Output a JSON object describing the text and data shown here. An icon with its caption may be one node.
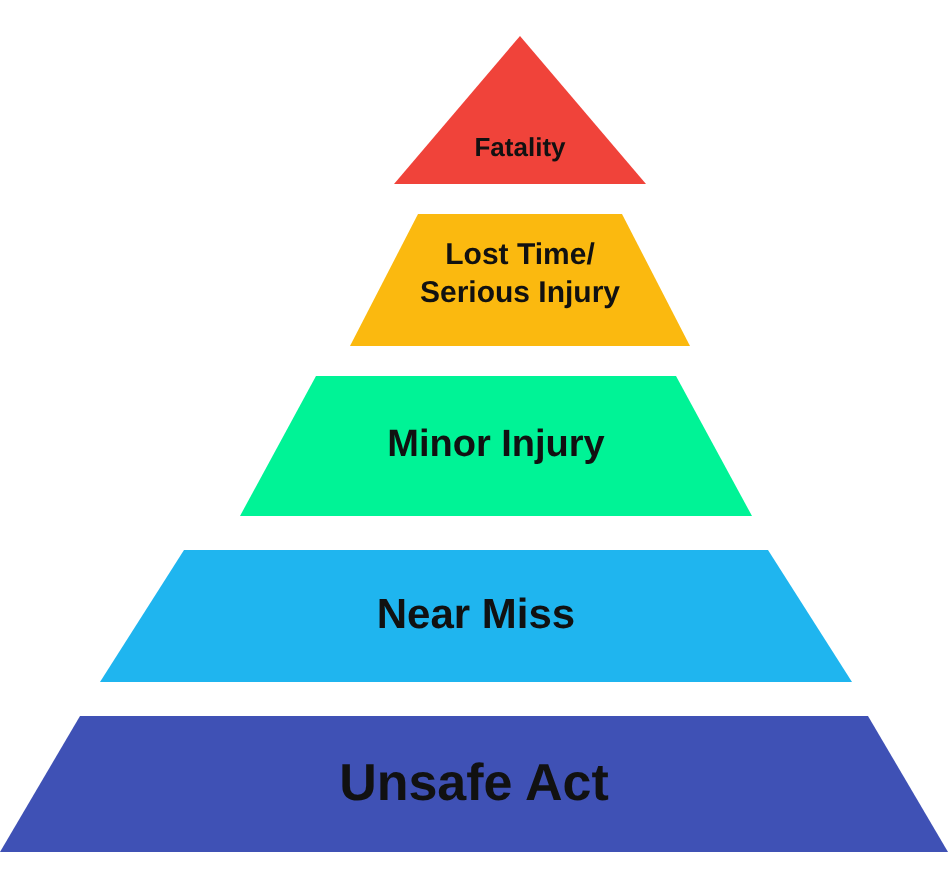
{
  "diagram": {
    "nodes": [
      {
        "text": [
          "Fatality"
        ]
      },
      {
        "text": [
          "Lost Time/ Serious Injury"
        ]
      },
      {
        "text": [
          "Minor Injury"
        ]
      },
      {
        "text": [
          "Near Miss"
        ]
      },
      {
        "text": [
          "Unsafe Act"
        ]
      }
    ]
  }
}
